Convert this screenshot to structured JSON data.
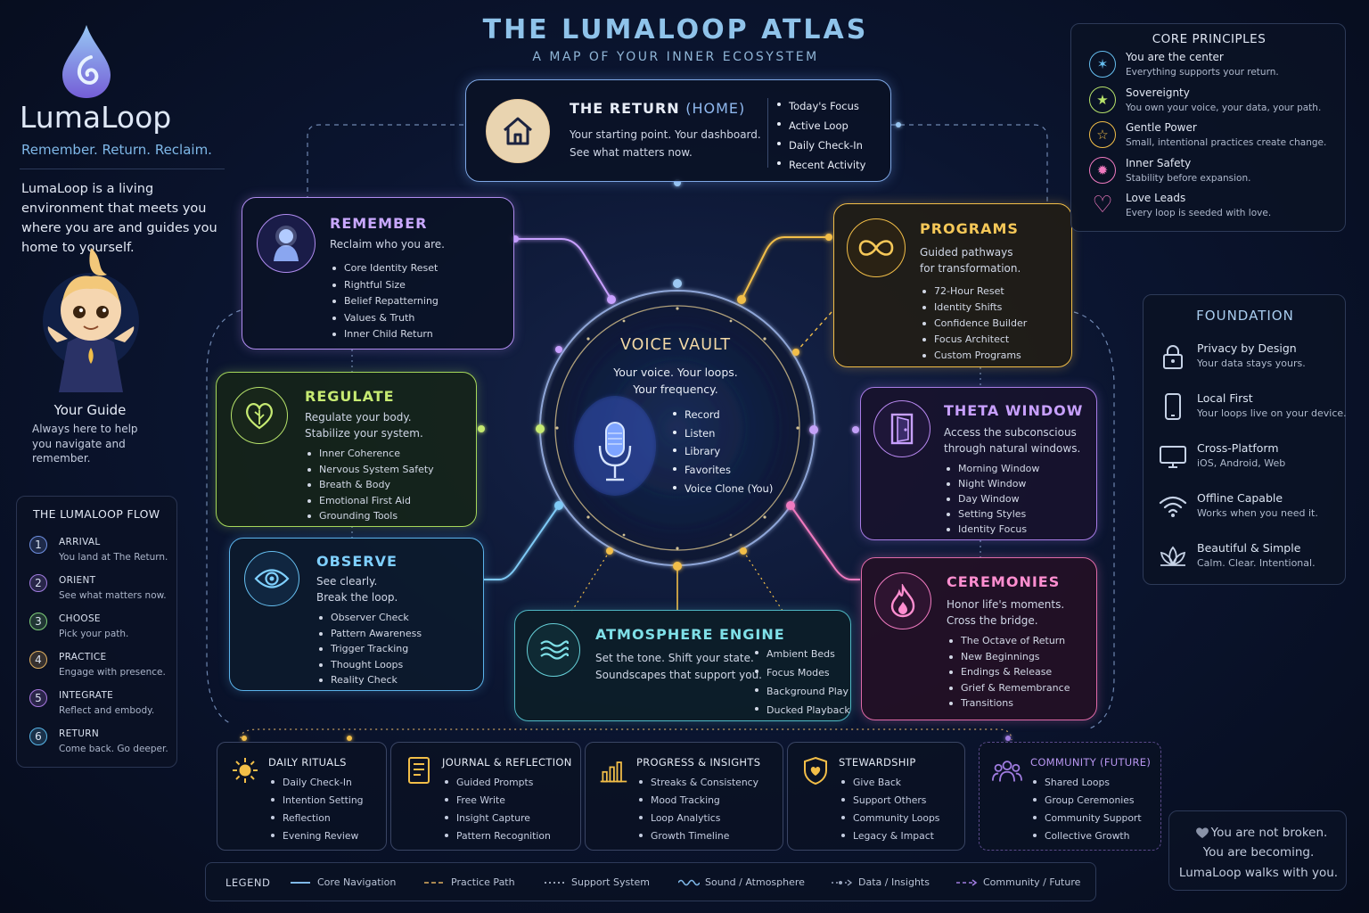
{
  "header": {
    "title": "THE LUMALOOP ATLAS",
    "subtitle": "A MAP OF YOUR INNER ECOSYSTEM"
  },
  "brand": {
    "name": "LumaLoop",
    "tagline": "Remember. Return. Reclaim.",
    "intro": "LumaLoop is a living environment that meets you where you are and guides you home to yourself.",
    "logo_icon": "water-drop-icon",
    "accent": "#7fb8e8"
  },
  "guide": {
    "name": "Your Guide",
    "description": "Always here to help you navigate and remember.",
    "icon": "guide-character-icon"
  },
  "flow": {
    "title": "THE LUMALOOP FLOW",
    "steps": [
      {
        "num": "1",
        "name": "ARRIVAL",
        "desc": "You land at The Return.",
        "color": "#6f8fe0"
      },
      {
        "num": "2",
        "name": "ORIENT",
        "desc": "See what matters now.",
        "color": "#a07ce0"
      },
      {
        "num": "3",
        "name": "CHOOSE",
        "desc": "Pick your path.",
        "color": "#7fcf7a"
      },
      {
        "num": "4",
        "name": "PRACTICE",
        "desc": "Engage with presence.",
        "color": "#e0b060"
      },
      {
        "num": "5",
        "name": "INTEGRATE",
        "desc": "Reflect and embody.",
        "color": "#a878e0"
      },
      {
        "num": "6",
        "name": "RETURN",
        "desc": "Come back. Go deeper.",
        "color": "#58b6e8"
      }
    ]
  },
  "home": {
    "title": "THE RETURN",
    "suffix": "(HOME)",
    "desc1": "Your starting point. Your dashboard.",
    "desc2": "See what matters now.",
    "items": [
      "Today's Focus",
      "Active Loop",
      "Daily Check-In",
      "Recent Activity"
    ],
    "icon": "house-icon",
    "color": "#8fb8ef"
  },
  "remember": {
    "title": "REMEMBER",
    "desc": "Reclaim who you are.",
    "items": [
      "Core Identity Reset",
      "Rightful Size",
      "Belief Repatterning",
      "Values & Truth",
      "Inner Child Return"
    ],
    "icon": "person-glow-icon",
    "color": "#b08cf0"
  },
  "regulate": {
    "title": "REGULATE",
    "desc1": "Regulate your body.",
    "desc2": "Stabilize your system.",
    "items": [
      "Inner Coherence",
      "Nervous System Safety",
      "Breath & Body",
      "Emotional First Aid",
      "Grounding Tools"
    ],
    "icon": "heart-leaf-icon",
    "color": "#b6e26a"
  },
  "observe": {
    "title": "OBSERVE",
    "desc1": "See clearly.",
    "desc2": "Break the loop.",
    "items": [
      "Observer Check",
      "Pattern Awareness",
      "Trigger Tracking",
      "Thought Loops",
      "Reality Check"
    ],
    "icon": "eye-icon",
    "color": "#66bff0"
  },
  "programs": {
    "title": "PROGRAMS",
    "desc1": "Guided pathways",
    "desc2": "for transformation.",
    "items": [
      "72-Hour Reset",
      "Identity Shifts",
      "Confidence Builder",
      "Focus Architect",
      "Custom Programs"
    ],
    "icon": "infinity-icon",
    "color": "#f2be48"
  },
  "theta": {
    "title": "THETA WINDOW",
    "desc1": "Access the subconscious",
    "desc2": "through natural windows.",
    "items": [
      "Morning Window",
      "Night Window",
      "Day Window",
      "Setting Styles",
      "Identity Focus"
    ],
    "icon": "door-icon",
    "color": "#b888f0"
  },
  "ceremonies": {
    "title": "CEREMONIES",
    "desc1": "Honor life's moments.",
    "desc2": "Cross the bridge.",
    "items": [
      "The Octave of Return",
      "New Beginnings",
      "Endings & Release",
      "Grief & Remembrance",
      "Transitions"
    ],
    "icon": "flame-icon",
    "color": "#f07ac0"
  },
  "atmosphere": {
    "title": "ATMOSPHERE ENGINE",
    "desc1": "Set the tone. Shift your state.",
    "desc2": "Soundscapes that support you.",
    "items": [
      "Ambient Beds",
      "Focus Modes",
      "Background Play",
      "Ducked Playback"
    ],
    "icon": "waves-icon",
    "color": "#66d0d8"
  },
  "vault": {
    "title": "VOICE VAULT",
    "desc1": "Your voice. Your loops.",
    "desc2": "Your frequency.",
    "items": [
      "Record",
      "Listen",
      "Library",
      "Favorites",
      "Voice Clone (You)"
    ],
    "icon": "microphone-icon",
    "color": "#f3d9a6"
  },
  "bottom": [
    {
      "title": "DAILY RITUALS",
      "items": [
        "Daily Check-In",
        "Intention Setting",
        "Reflection",
        "Evening Review"
      ],
      "icon": "sun-icon",
      "color": "#f2be48"
    },
    {
      "title": "JOURNAL & REFLECTION",
      "items": [
        "Guided Prompts",
        "Free Write",
        "Insight Capture",
        "Pattern Recognition"
      ],
      "icon": "journal-icon",
      "color": "#f2be48"
    },
    {
      "title": "PROGRESS & INSIGHTS",
      "items": [
        "Streaks & Consistency",
        "Mood Tracking",
        "Loop Analytics",
        "Growth Timeline"
      ],
      "icon": "bar-chart-icon",
      "color": "#f2be48"
    },
    {
      "title": "STEWARDSHIP",
      "items": [
        "Give Back",
        "Support Others",
        "Community Loops",
        "Legacy & Impact"
      ],
      "icon": "shield-heart-icon",
      "color": "#f2be48"
    },
    {
      "title": "COMMUNITY (FUTURE)",
      "items": [
        "Shared Loops",
        "Group Ceremonies",
        "Community Support",
        "Collective Growth"
      ],
      "icon": "people-icon",
      "color": "#a07ce0"
    }
  ],
  "principles": {
    "title": "CORE PRINCIPLES",
    "items": [
      {
        "name": "You are the center",
        "desc": "Everything supports your return.",
        "icon": "star-person-icon",
        "color": "#66bff0"
      },
      {
        "name": "Sovereignty",
        "desc": "You own your voice, your data, your path.",
        "icon": "crown-star-icon",
        "color": "#b6e26a"
      },
      {
        "name": "Gentle Power",
        "desc": "Small, intentional practices create change.",
        "icon": "star-icon",
        "color": "#f2be48"
      },
      {
        "name": "Inner Safety",
        "desc": "Stability before expansion.",
        "icon": "sparkle-icon",
        "color": "#f07ac0"
      },
      {
        "name": "Love Leads",
        "desc": "Every loop is seeded with love.",
        "icon": "heart-icon",
        "color": "#f07ac0"
      }
    ]
  },
  "foundation": {
    "title": "FOUNDATION",
    "items": [
      {
        "name": "Privacy by Design",
        "desc": "Your data stays yours.",
        "icon": "lock-icon"
      },
      {
        "name": "Local First",
        "desc": "Your loops live on your device.",
        "icon": "phone-icon"
      },
      {
        "name": "Cross-Platform",
        "desc": "iOS, Android, Web",
        "icon": "monitor-icon"
      },
      {
        "name": "Offline Capable",
        "desc": "Works when you need it.",
        "icon": "wifi-icon"
      },
      {
        "name": "Beautiful & Simple",
        "desc": "Calm. Clear. Intentional.",
        "icon": "lotus-icon"
      }
    ]
  },
  "note": {
    "line1": "You are not broken.",
    "line2": "You are becoming.",
    "line3": "LumaLoop walks with you.",
    "icon": "heart-icon"
  },
  "legend": {
    "title": "LEGEND",
    "items": [
      {
        "label": "Core Navigation",
        "style": "solid",
        "color": "#7fb8e8"
      },
      {
        "label": "Practice Path",
        "style": "dashed",
        "color": "#e0b060"
      },
      {
        "label": "Support System",
        "style": "dotted",
        "color": "#c8d2e6"
      },
      {
        "label": "Sound / Atmosphere",
        "style": "wave",
        "color": "#7fb8e8"
      },
      {
        "label": "Data / Insights",
        "style": "dot-arrow",
        "color": "#9aa6bd"
      },
      {
        "label": "Community / Future",
        "style": "dash-arrow",
        "color": "#a07ce0"
      }
    ]
  }
}
